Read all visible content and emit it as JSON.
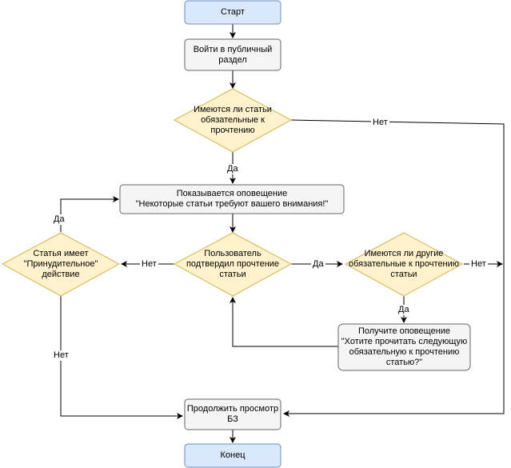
{
  "colors": {
    "terminal_fill": "#dae8fc",
    "terminal_stroke": "#6c8ebf",
    "process_fill": "#f5f5f5",
    "process_stroke": "#666666",
    "decision_fill": "#fff2cc",
    "decision_stroke": "#d6b656",
    "edge": "#000000"
  },
  "nodes": {
    "start": "Старт",
    "enter_public": "Войти в публичный\nраздел",
    "has_mandatory": "Имеются ли статьи\nобязательные к\nпрочтению",
    "notification": "Показывается оповещение\n\"Некоторые статьи требуют вашего внимания!\"",
    "user_confirmed": "Пользователь\nподтвердил прочтение\nстатьи",
    "article_forced": "Статья имеет\n\"Принудительное\"\nдействие",
    "other_mandatory": "Имеются ли другие\nобязательные к прочтению\nстатьи",
    "next_notification": "Получите оповещение\n\"Хотите прочитать следующую\nобязательную к прочтению\nстатью?\"",
    "continue_browsing": "Продолжить просмотр\nБЗ",
    "end": "Конец"
  },
  "edge_labels": {
    "has_no": "Нет",
    "has_yes": "Да",
    "confirmed_no": "Нет",
    "confirmed_yes": "Да",
    "forced_yes": "Да",
    "forced_no": "Нет",
    "other_no": "Нет",
    "other_yes": "Да"
  }
}
